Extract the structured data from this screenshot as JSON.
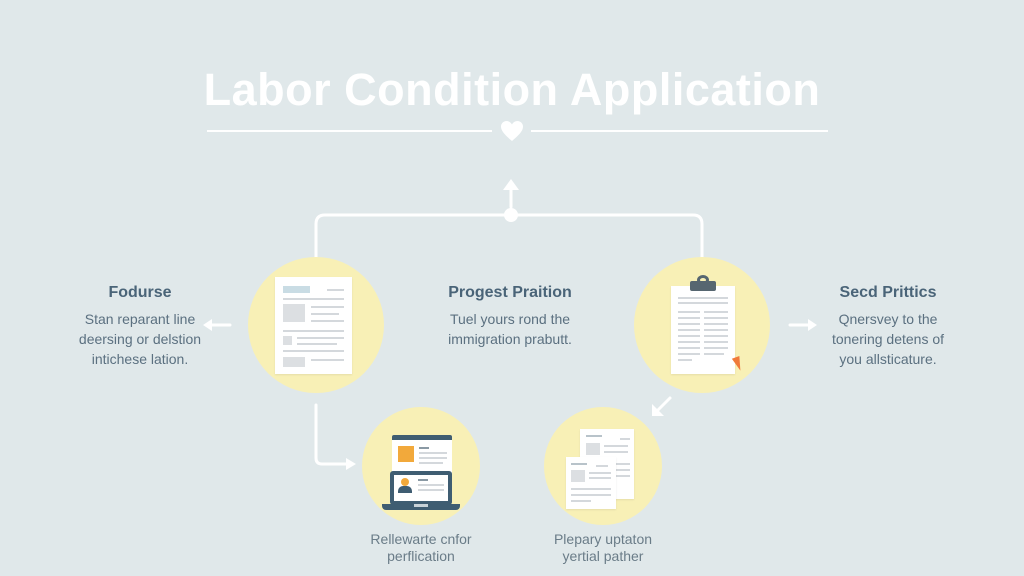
{
  "header": {
    "title": "Labor Condition Application",
    "divider_icon": "heart-icon"
  },
  "colors": {
    "background": "#e0e8ea",
    "circle": "#f8f0b6",
    "connector": "#ffffff",
    "heading_text": "#4a6478",
    "body_text": "#5b7080",
    "accent_orange": "#f2a93b",
    "laptop_frame": "#3f5d72"
  },
  "nodes": {
    "left": {
      "title": "Fodurse",
      "lines": [
        "Stan reparant line",
        "deersing or delstion",
        "intichese lation."
      ],
      "icon": "document-icon",
      "arrow": "arrow-left-icon"
    },
    "center": {
      "title": "Progest Praition",
      "lines": [
        "Tuel yours rond the",
        "immigration prabutt."
      ],
      "arrow": "arrow-up-icon"
    },
    "right": {
      "title": "Secd Prittics",
      "lines": [
        "Qnersvey to the",
        "tonering detens of",
        "you allsticature."
      ],
      "icon": "clipboard-icon",
      "arrow": "arrow-right-icon"
    },
    "bottom_left": {
      "lines": [
        "Rellewarte cnfor",
        "perflication"
      ],
      "icon": "laptop-profile-icon"
    },
    "bottom_right": {
      "lines": [
        "Plepary uptaton",
        "yertial pather"
      ],
      "icon": "stacked-documents-icon",
      "arrow": "arrow-down-left-icon"
    }
  }
}
